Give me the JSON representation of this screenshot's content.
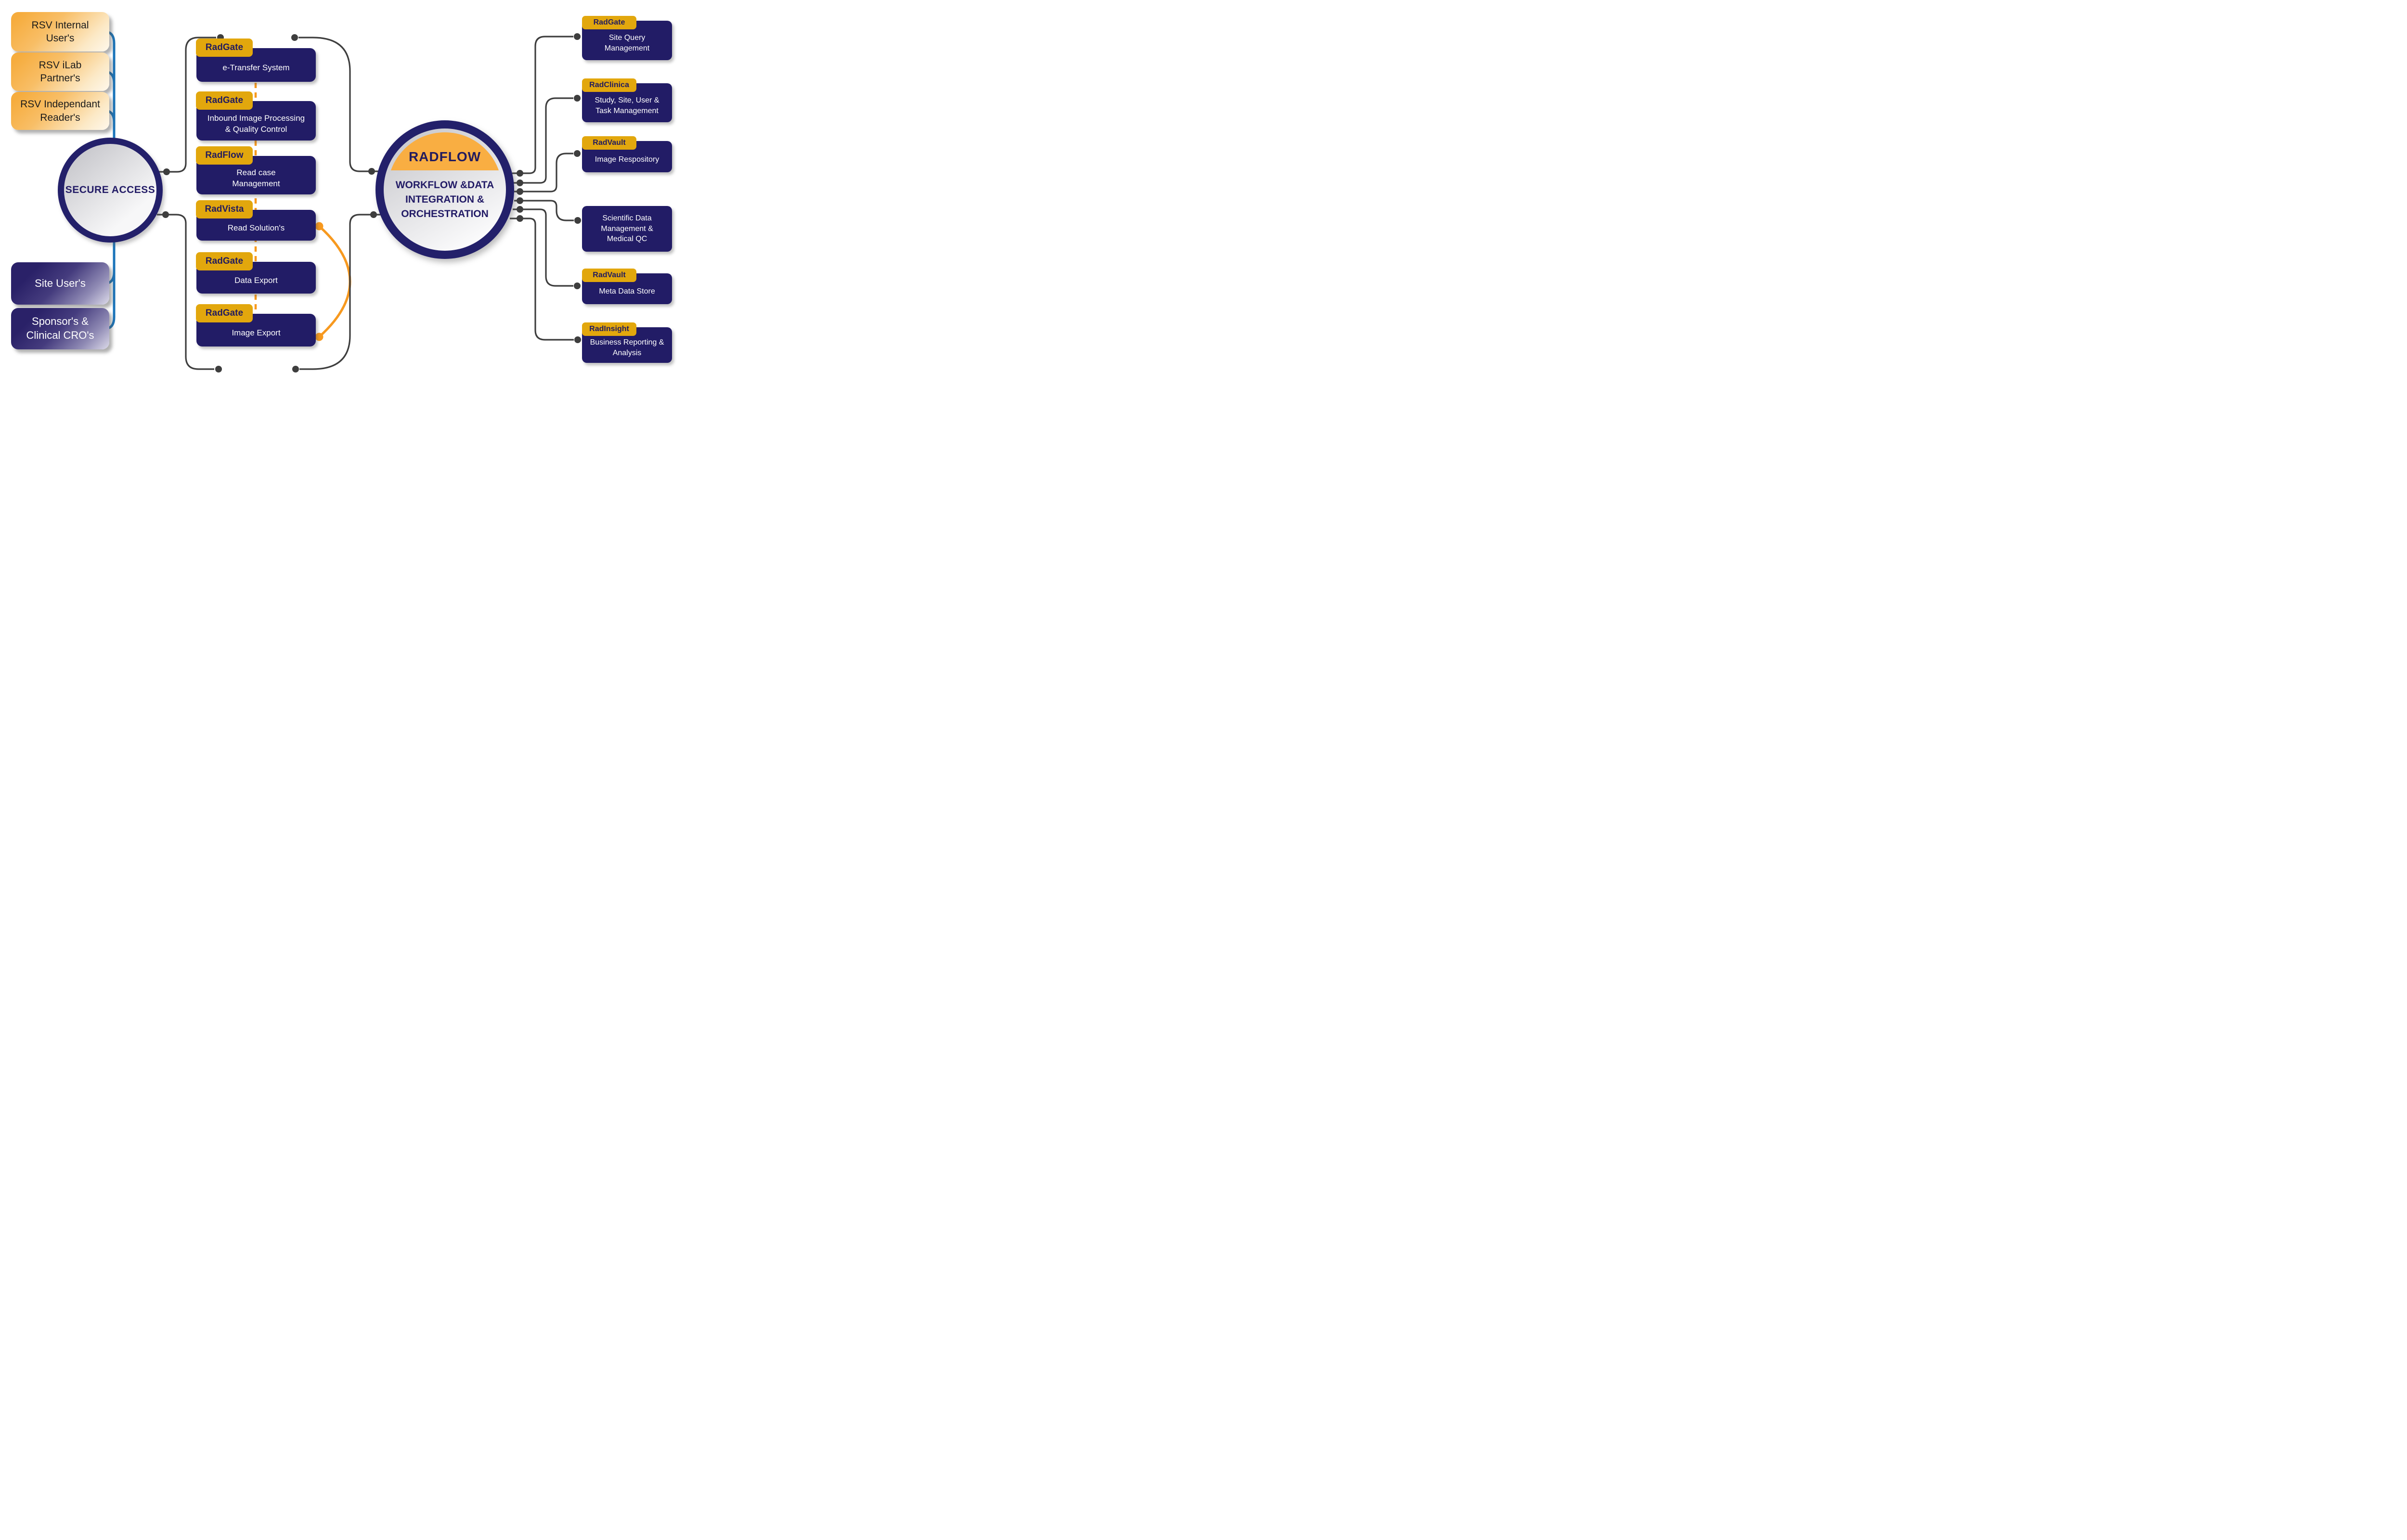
{
  "left_column": {
    "user_boxes": [
      {
        "label": "RSV Internal\nUser's"
      },
      {
        "label": "RSV iLab\nPartner's"
      },
      {
        "label": "RSV Independant\nReader's"
      }
    ],
    "site_boxes": [
      {
        "label": "Site User's"
      },
      {
        "label": "Sponsor's &\nClinical CRO's"
      }
    ]
  },
  "secure_access": {
    "label": "SECURE ACCESS"
  },
  "middle_column": [
    {
      "tag": "RadGate",
      "label": "e-Transfer System"
    },
    {
      "tag": "RadGate",
      "label": "Inbound Image Processing\n& Quality Control"
    },
    {
      "tag": "RadFlow",
      "label": "Read case\nManagement"
    },
    {
      "tag": "RadVista",
      "label": "Read Solution's"
    },
    {
      "tag": "RadGate",
      "label": "Data Export"
    },
    {
      "tag": "RadGate",
      "label": "Image Export"
    }
  ],
  "radflow_circle": {
    "title": "RADFLOW",
    "subtitle": "WORKFLOW &DATA\nINTEGRATION &\nORCHESTRATION"
  },
  "right_column": [
    {
      "tag": "RadGate",
      "label": "Site Query\nManagement"
    },
    {
      "tag": "RadClinica",
      "label": "Study, Site, User &\nTask Management"
    },
    {
      "tag": "RadVault",
      "label": "Image Respository"
    },
    {
      "tag": "",
      "label": "Scientific Data\nManagement &\nMedical QC"
    },
    {
      "tag": "RadVault",
      "label": "Meta Data Store"
    },
    {
      "tag": "RadInsight",
      "label": "Business Reporting &\nAnalysis"
    }
  ],
  "colors": {
    "navy": "#221C66",
    "gold_tag": "#E2A70D",
    "orange_dome": "#F9AE42",
    "orange_accent": "#F7991F",
    "access_blue": "#1B75BB",
    "connector_gray": "#3E3E3E"
  }
}
